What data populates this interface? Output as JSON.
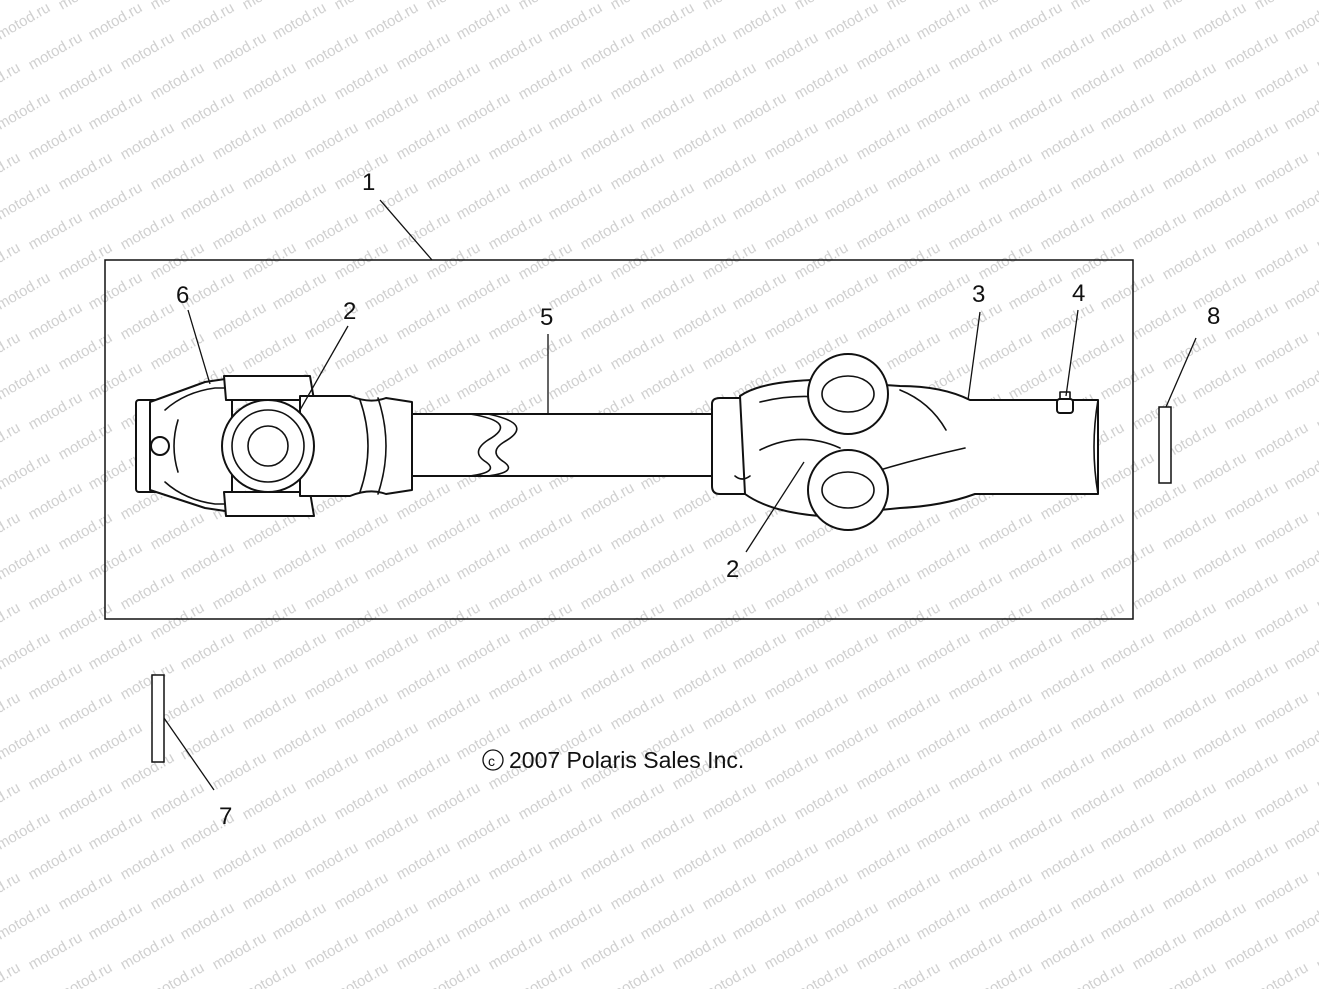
{
  "copyright": {
    "symbol": "©",
    "text": "2007 Polaris Sales Inc."
  },
  "watermark": {
    "text": "motod.ru"
  },
  "callouts": [
    {
      "id": "c1",
      "label": "1"
    },
    {
      "id": "c6",
      "label": "6"
    },
    {
      "id": "c2a",
      "label": "2"
    },
    {
      "id": "c5",
      "label": "5"
    },
    {
      "id": "c3",
      "label": "3"
    },
    {
      "id": "c4",
      "label": "4"
    },
    {
      "id": "c8",
      "label": "8"
    },
    {
      "id": "c2b",
      "label": "2"
    },
    {
      "id": "c7",
      "label": "7"
    }
  ]
}
